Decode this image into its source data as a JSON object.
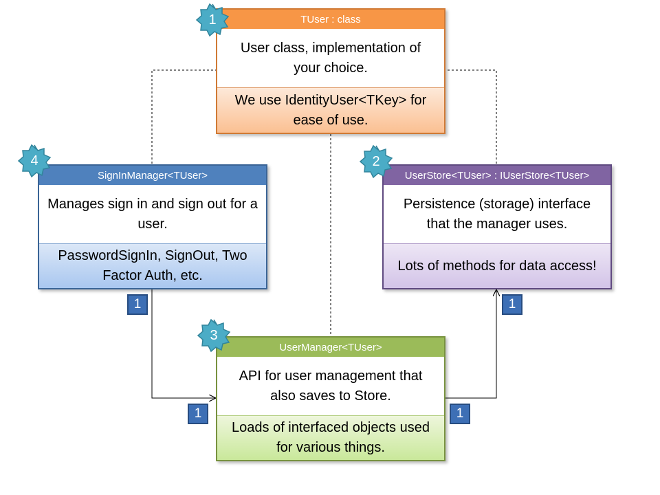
{
  "colors": {
    "orange": "#f79646",
    "blue": "#4f81bd",
    "purple": "#8064a2",
    "green": "#9bbb59",
    "badge": "#3d6fb5",
    "star": "#4bacc6"
  },
  "tuser": {
    "header": "TUser : class",
    "body": "User class, implementation of your choice.",
    "footer": "We use IdentityUser<TKey> for ease of use.",
    "step": "1"
  },
  "signin": {
    "header": "SignInManager<TUser>",
    "body": "Manages sign in and sign out for a user.",
    "footer": "PasswordSignIn, SignOut, Two Factor Auth, etc.",
    "step": "4"
  },
  "store": {
    "header": "UserStore<TUser> : IUserStore<TUser>",
    "body": "Persistence (storage) interface that the manager uses.",
    "footer": "Lots of methods for data access!",
    "step": "2"
  },
  "manager": {
    "header": "UserManager<TUser>",
    "body": "API for user management that also saves to Store.",
    "footer": "Loads of interfaced objects used for various things.",
    "step": "3"
  },
  "multiplicity": {
    "signin_out": "1",
    "store_in": "1",
    "manager_in": "1",
    "manager_out": "1"
  },
  "icons": [
    "star-badge-icon",
    "arrow-head-icon"
  ]
}
